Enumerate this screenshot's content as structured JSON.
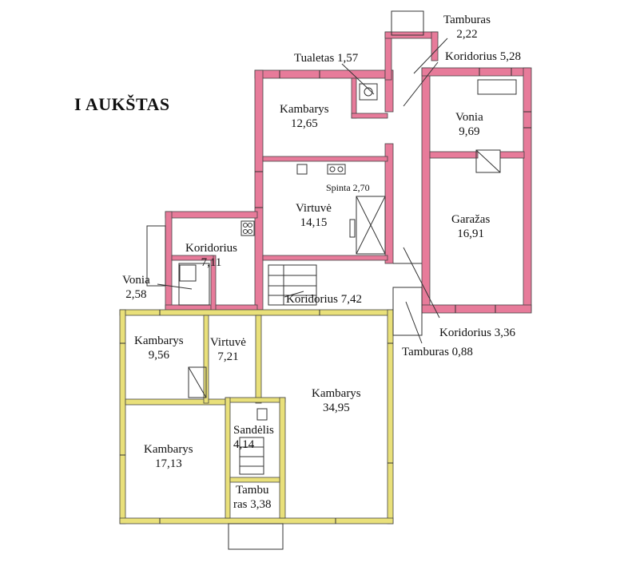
{
  "title": "I AUKŠTAS",
  "colors": {
    "pink_wall": "#e77b9a",
    "yellow_wall": "#e9e07a",
    "line": "#333333"
  },
  "rooms": {
    "tamburas_top": {
      "name": "Tamburas",
      "area": "2,22"
    },
    "tualetas": {
      "name": "Tualetas 1,57"
    },
    "koridorius_528": {
      "name": "Koridorius 5,28"
    },
    "kambarys_1265": {
      "name": "Kambarys",
      "area": "12,65"
    },
    "vonia_969": {
      "name": "Vonia",
      "area": "9,69"
    },
    "spinta": {
      "name": "Spinta 2,70"
    },
    "virtuve_1415": {
      "name": "Virtuvė",
      "area": "14,15"
    },
    "garazas": {
      "name": "Garažas",
      "area": "16,91"
    },
    "koridorius_711": {
      "name": "Koridorius",
      "area": "7,11"
    },
    "vonia_258": {
      "name": "Vonia",
      "area": "2,58"
    },
    "koridorius_742": {
      "name": "Koridorius 7,42"
    },
    "koridorius_336": {
      "name": "Koridorius 3,36"
    },
    "tamburas_088": {
      "name": "Tamburas 0,88"
    },
    "kambarys_956": {
      "name": "Kambarys",
      "area": "9,56"
    },
    "virtuve_721": {
      "name": "Virtuvė",
      "area": "7,21"
    },
    "kambarys_3495": {
      "name": "Kambarys",
      "area": "34,95"
    },
    "sandelis": {
      "name": "Sandėlis",
      "area": "4,14"
    },
    "kambarys_1713": {
      "name": "Kambarys",
      "area": "17,13"
    },
    "tamburas_338": {
      "name": "Tambu",
      "area": "ras 3,38"
    }
  }
}
